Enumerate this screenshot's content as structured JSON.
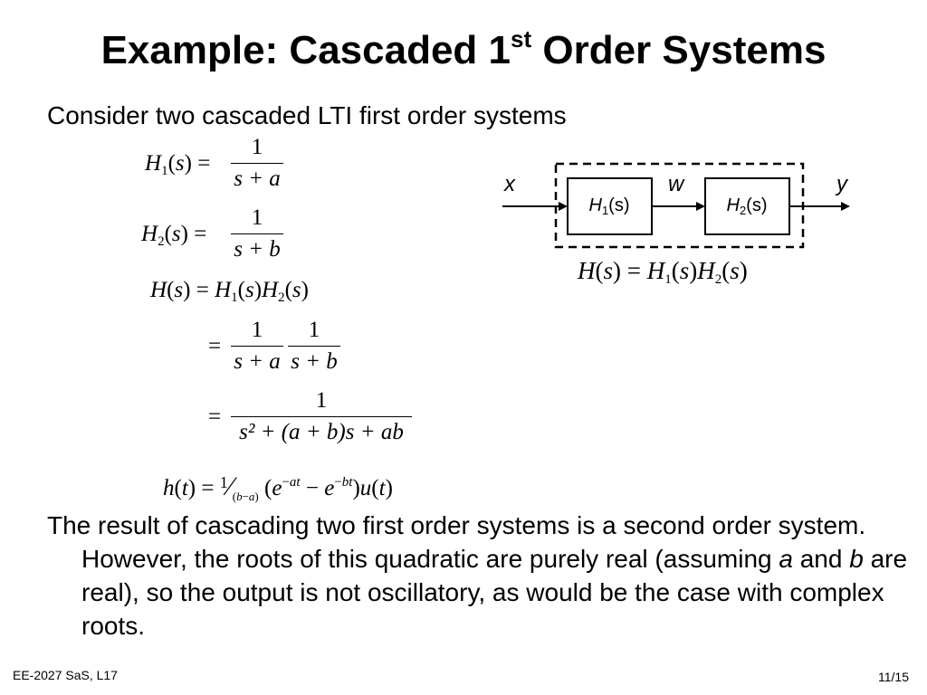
{
  "slide": {
    "title_main": "Example: Cascaded 1",
    "title_sup": "st",
    "title_tail": " Order Systems",
    "intro": "Consider two cascaded LTI first order systems",
    "paragraph": {
      "p1": "The result of cascading two first order systems is a second order system.  However, the roots of this quadratic are purely real (assuming ",
      "a": "a",
      "p2": " and ",
      "b": "b",
      "p3": " are real), so the output is not oscillatory,  as would be the case with complex roots."
    },
    "footer_left": "EE-2027 SaS, L17",
    "page": "11/15"
  },
  "equations": {
    "h1_lhs": "H",
    "h1_num": "1",
    "h1_den": "s + a",
    "h2_num": "1",
    "h2_den": "s + b",
    "prod_num1": "1",
    "prod_den1": "s + a",
    "prod_num2": "1",
    "prod_den2": "s + b",
    "quad_num": "1",
    "quad_den": "s² + (a + b)s + ab"
  },
  "diagram": {
    "input": "x",
    "intermediate": "w",
    "output": "y",
    "block1": "H",
    "block1_sub": "1",
    "block2": "H",
    "block2_sub": "2",
    "arg": "(s)"
  }
}
